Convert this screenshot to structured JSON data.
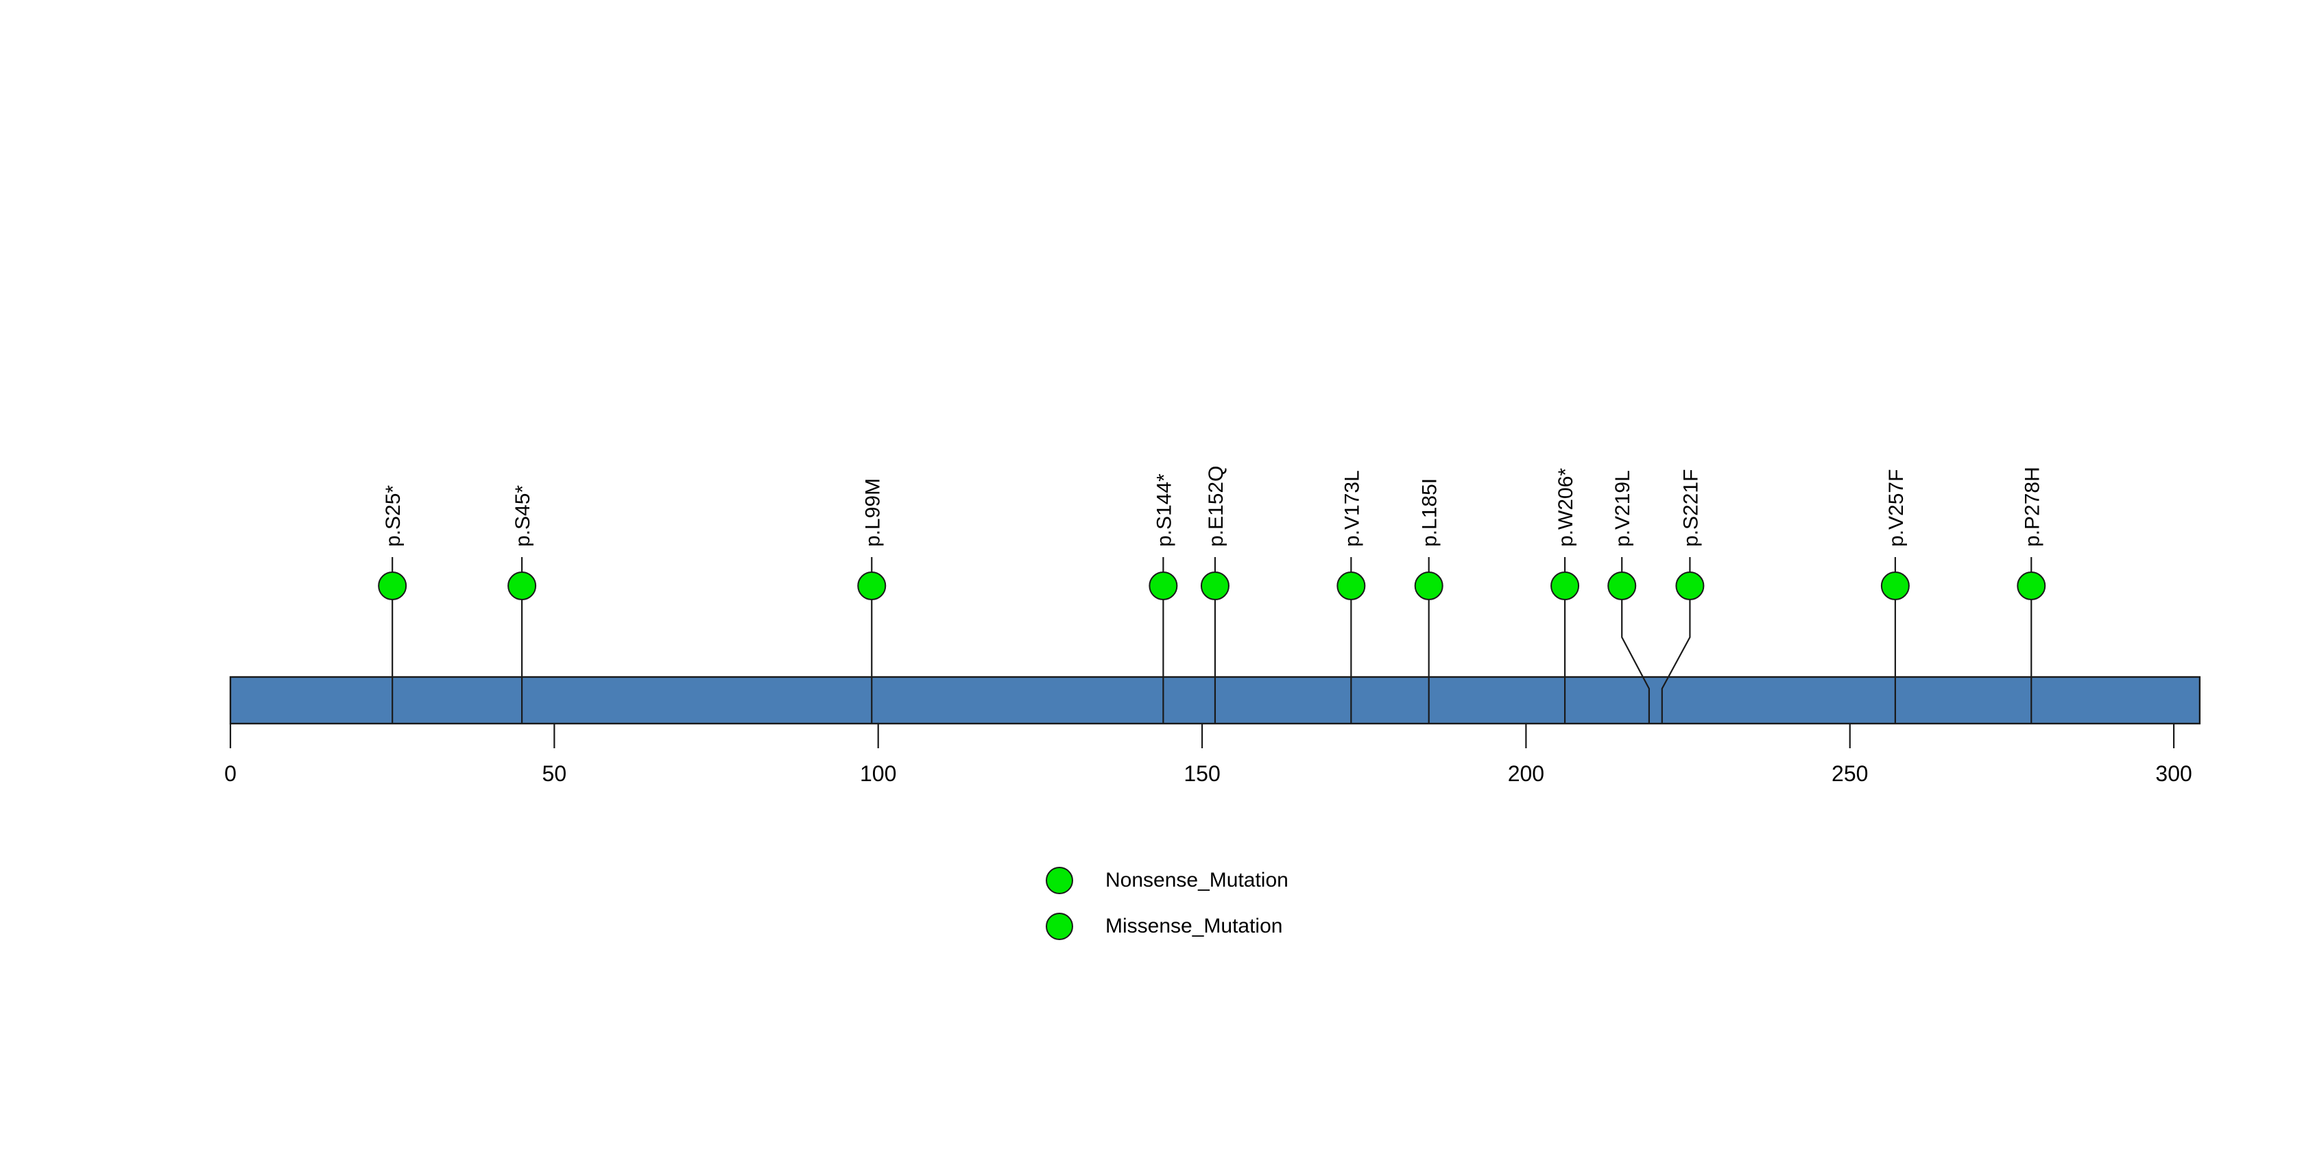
{
  "chart_data": {
    "type": "lollipop",
    "title": "",
    "subtitle": "",
    "xlabel": "",
    "ylabel": "",
    "xlim": [
      0,
      304
    ],
    "axis_ticks": [
      0,
      50,
      100,
      150,
      200,
      250,
      300
    ],
    "grid": false,
    "protein_length": 304,
    "protein_bar": {
      "start": 0,
      "end": 304,
      "color": "#4a7eb5",
      "border_color": "#1a1a1a"
    },
    "marker_color": "#00e800",
    "marker_border_color": "#1a1a1a",
    "marker_radius_px": 20,
    "legend_position": "bottom-center",
    "categories": [
      "p.S25*",
      "p.S45*",
      "p.L99M",
      "p.S144*",
      "p.E152Q",
      "p.V173L",
      "p.L185I",
      "p.W206*",
      "p.V219L",
      "p.S221F",
      "p.V257F",
      "p.P278H"
    ],
    "values": [
      1,
      1,
      1,
      1,
      1,
      1,
      1,
      1,
      1,
      1,
      1,
      1
    ],
    "points": [
      {
        "label": "p.S25*",
        "position": 25,
        "count": 1,
        "type": "Nonsense_Mutation",
        "color": "#00e800",
        "draw_x": 25,
        "offset": false
      },
      {
        "label": "p.S45*",
        "position": 45,
        "count": 1,
        "type": "Nonsense_Mutation",
        "color": "#00e800",
        "draw_x": 45,
        "offset": false
      },
      {
        "label": "p.L99M",
        "position": 99,
        "count": 1,
        "type": "Missense_Mutation",
        "color": "#00e800",
        "draw_x": 99,
        "offset": false
      },
      {
        "label": "p.S144*",
        "position": 144,
        "count": 1,
        "type": "Nonsense_Mutation",
        "color": "#00e800",
        "draw_x": 144,
        "offset": false
      },
      {
        "label": "p.E152Q",
        "position": 152,
        "count": 1,
        "type": "Missense_Mutation",
        "color": "#00e800",
        "draw_x": 152,
        "offset": false
      },
      {
        "label": "p.V173L",
        "position": 173,
        "count": 1,
        "type": "Missense_Mutation",
        "color": "#00e800",
        "draw_x": 173,
        "offset": false
      },
      {
        "label": "p.L185I",
        "position": 185,
        "count": 1,
        "type": "Missense_Mutation",
        "color": "#00e800",
        "draw_x": 185,
        "offset": false
      },
      {
        "label": "p.W206*",
        "position": 206,
        "count": 1,
        "type": "Nonsense_Mutation",
        "color": "#00e800",
        "draw_x": 206,
        "offset": false
      },
      {
        "label": "p.V219L",
        "position": 219,
        "count": 1,
        "type": "Missense_Mutation",
        "color": "#00e800",
        "draw_x": 214.8,
        "offset": true
      },
      {
        "label": "p.S221F",
        "position": 221,
        "count": 1,
        "type": "Missense_Mutation",
        "color": "#00e800",
        "draw_x": 225.3,
        "offset": true
      },
      {
        "label": "p.V257F",
        "position": 257,
        "count": 1,
        "type": "Missense_Mutation",
        "color": "#00e800",
        "draw_x": 257,
        "offset": false
      },
      {
        "label": "p.P278H",
        "position": 278,
        "count": 1,
        "type": "Missense_Mutation",
        "color": "#00e800",
        "draw_x": 278,
        "offset": false
      }
    ],
    "legend": [
      {
        "label": "Nonsense_Mutation",
        "color": "#00e800"
      },
      {
        "label": "Missense_Mutation",
        "color": "#00e800"
      }
    ]
  }
}
